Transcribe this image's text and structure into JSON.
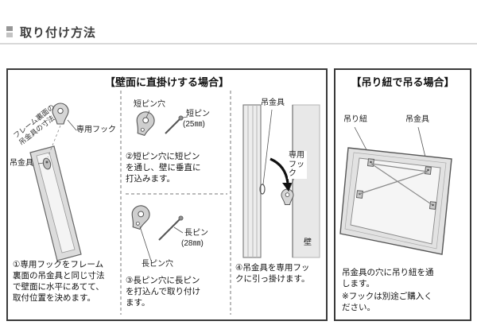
{
  "header": {
    "title": "取り付け方法"
  },
  "wall_panel": {
    "title": "【壁面に直掛けする場合】",
    "step1": {
      "frame_dim_label": "フレーム裏面の吊金具の寸法",
      "hook_label": "専用フック",
      "hardware_label": "吊金具",
      "caption": "①専用フックをフレーム裏面の吊金具と同じ寸法で壁面に水平にあてて、取付位置を決めます。"
    },
    "step2": {
      "pin_hole_label": "短ピン穴",
      "pin_label": "短ピン",
      "pin_size": "(25㎜)",
      "caption": "②短ピン穴に短ピンを通し、壁に垂直に打込みます。"
    },
    "step3": {
      "pin_label": "長ピン",
      "pin_size": "(28㎜)",
      "pin_hole_label": "長ピン穴",
      "caption": "③長ピン穴に長ピンを打込んで取り付けます。"
    },
    "step4": {
      "hardware_label": "吊金具",
      "hook_label": "専用フック",
      "wall_label": "壁",
      "caption": "④吊金具を専用フックに引っ掛けます。"
    }
  },
  "cord_panel": {
    "title": "【吊り紐で吊る場合】",
    "cord_label": "吊り紐",
    "hardware_label": "吊金具",
    "caption_1": "吊金具の穴に吊り紐を通します。",
    "caption_2": "※フックは別途ご購入ください。"
  },
  "colors": {
    "panel_border": "#3a3a3a",
    "wall_fill": "#e8e8e8",
    "metal_fill": "#cfcfcf",
    "divider": "#d9d9d9"
  }
}
